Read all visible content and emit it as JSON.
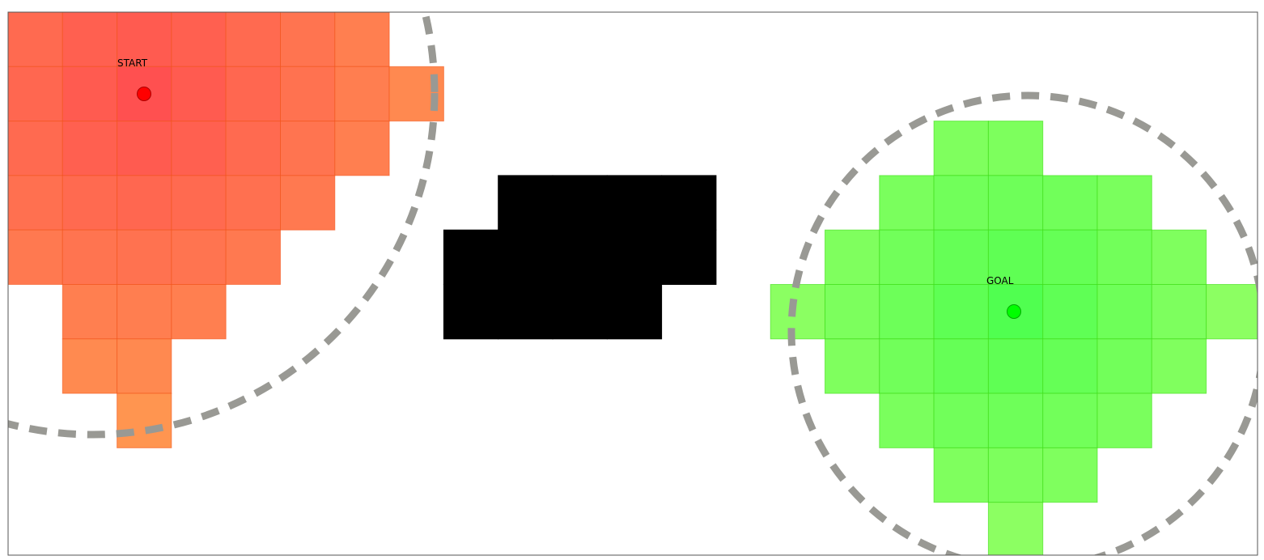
{
  "labels": {
    "start": "START",
    "goal": "GOAL"
  },
  "colors": {
    "start_marker": "#ff0000",
    "goal_marker": "#00ff00",
    "start_cells_near": "#ff5050",
    "start_cells_far": "#ffa050",
    "goal_cells_near": "#50ff50",
    "goal_cells_far": "#99ff66",
    "obstacle": "#000000",
    "boundary_circle": "#999994",
    "frame": "#555555"
  },
  "grid": {
    "start_cells": [
      [
        0,
        0
      ],
      [
        1,
        0
      ],
      [
        2,
        0
      ],
      [
        3,
        0
      ],
      [
        4,
        0
      ],
      [
        5,
        0
      ],
      [
        6,
        0
      ],
      [
        0,
        1
      ],
      [
        1,
        1
      ],
      [
        2,
        1
      ],
      [
        3,
        1
      ],
      [
        4,
        1
      ],
      [
        5,
        1
      ],
      [
        6,
        1
      ],
      [
        7,
        1
      ],
      [
        0,
        2
      ],
      [
        1,
        2
      ],
      [
        2,
        2
      ],
      [
        3,
        2
      ],
      [
        4,
        2
      ],
      [
        5,
        2
      ],
      [
        6,
        2
      ],
      [
        0,
        3
      ],
      [
        1,
        3
      ],
      [
        2,
        3
      ],
      [
        3,
        3
      ],
      [
        4,
        3
      ],
      [
        5,
        3
      ],
      [
        0,
        4
      ],
      [
        1,
        4
      ],
      [
        2,
        4
      ],
      [
        3,
        4
      ],
      [
        4,
        4
      ],
      [
        1,
        5
      ],
      [
        2,
        5
      ],
      [
        3,
        5
      ],
      [
        1,
        6
      ],
      [
        2,
        6
      ],
      [
        2,
        7
      ]
    ],
    "goal_cells": [
      [
        17,
        2
      ],
      [
        18,
        2
      ],
      [
        16,
        3
      ],
      [
        17,
        3
      ],
      [
        18,
        3
      ],
      [
        19,
        3
      ],
      [
        20,
        3
      ],
      [
        15,
        4
      ],
      [
        16,
        4
      ],
      [
        17,
        4
      ],
      [
        18,
        4
      ],
      [
        19,
        4
      ],
      [
        20,
        4
      ],
      [
        21,
        4
      ],
      [
        14,
        5
      ],
      [
        15,
        5
      ],
      [
        16,
        5
      ],
      [
        17,
        5
      ],
      [
        18,
        5
      ],
      [
        19,
        5
      ],
      [
        20,
        5
      ],
      [
        21,
        5
      ],
      [
        22,
        5
      ],
      [
        15,
        6
      ],
      [
        16,
        6
      ],
      [
        17,
        6
      ],
      [
        18,
        6
      ],
      [
        19,
        6
      ],
      [
        20,
        6
      ],
      [
        21,
        6
      ],
      [
        16,
        7
      ],
      [
        17,
        7
      ],
      [
        18,
        7
      ],
      [
        19,
        7
      ],
      [
        20,
        7
      ],
      [
        17,
        8
      ],
      [
        18,
        8
      ],
      [
        19,
        8
      ],
      [
        18,
        9
      ]
    ],
    "obstacle_cells": [
      [
        9,
        3
      ],
      [
        10,
        3
      ],
      [
        11,
        3
      ],
      [
        12,
        3
      ],
      [
        8,
        4
      ],
      [
        9,
        4
      ],
      [
        10,
        4
      ],
      [
        11,
        4
      ],
      [
        12,
        4
      ],
      [
        8,
        5
      ],
      [
        9,
        5
      ],
      [
        10,
        5
      ],
      [
        11,
        5
      ]
    ]
  }
}
